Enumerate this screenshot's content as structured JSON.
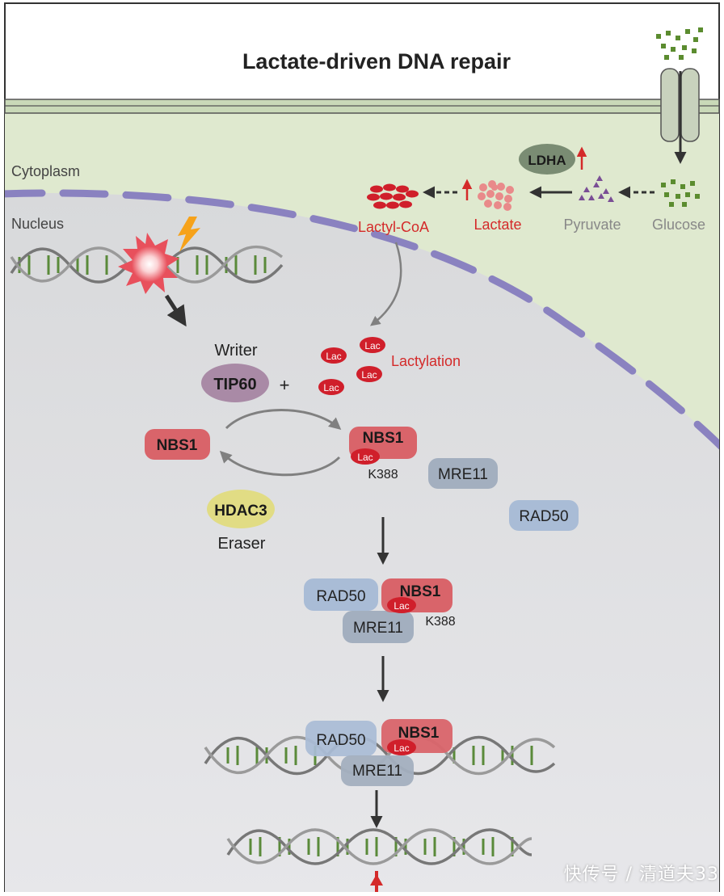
{
  "title": "Lactate-driven DNA repair",
  "compartments": {
    "cytoplasm": "Cytoplasm",
    "nucleus": "Nucleus"
  },
  "metabolites": {
    "glucose": "Glucose",
    "pyruvate": "Pyruvate",
    "lactate": "Lactate",
    "lactyl_coa": "Lactyl-CoA"
  },
  "enzymes": {
    "ldha": "LDHA",
    "tip60": "TIP60",
    "hdac3": "HDAC3"
  },
  "roles": {
    "writer": "Writer",
    "eraser": "Eraser",
    "plus": "+"
  },
  "modification": {
    "lactylation": "Lactylation",
    "lac": "Lac",
    "site": "K388"
  },
  "proteins": {
    "nbs1": "NBS1",
    "mre11": "MRE11",
    "rad50": "RAD50"
  },
  "watermark": "快传号 / 清道夫33",
  "colors": {
    "red_label": "#d42a2a",
    "lac_red": "#d01f2b",
    "nbs1_fill": "#d9646a",
    "tip60_fill": "#a98aa6",
    "hdac3_fill": "#e1dc84",
    "ldha_fill": "#7a8c73",
    "mre11_fill": "#a3afbf",
    "rad50_fill": "#a9bcd6",
    "membrane": "#8a82c0",
    "cytoplasm_fill": "#dfe9cf",
    "nucleus_fill": "#dcdcde",
    "glucose_green": "#5b8c2f",
    "pyruvate_purple": "#7a4e95"
  }
}
